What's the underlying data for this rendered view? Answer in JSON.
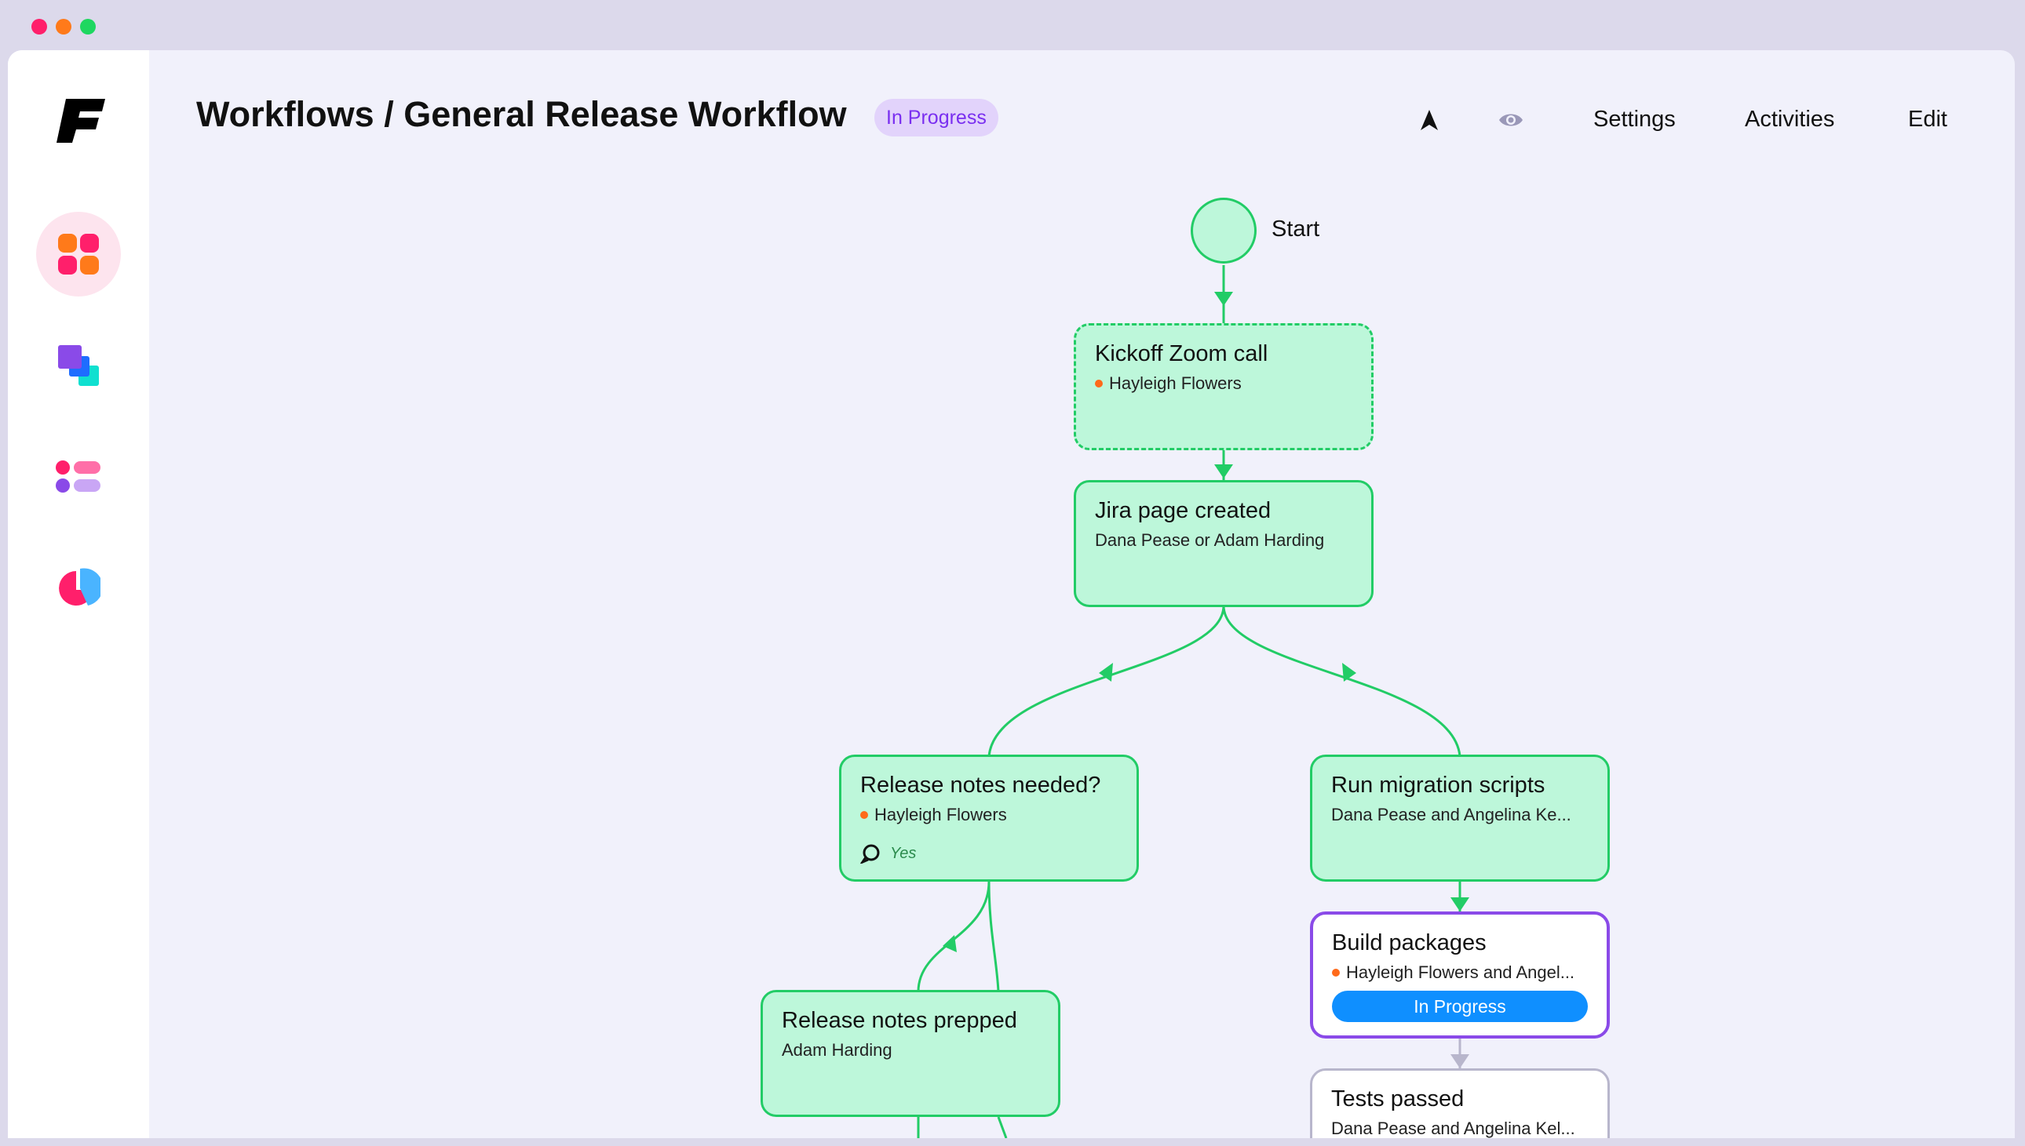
{
  "window": {
    "controls": [
      {
        "name": "close-dot",
        "color": "#ff1f6b"
      },
      {
        "name": "minimize-dot",
        "color": "#ff7a1a"
      },
      {
        "name": "maximize-dot",
        "color": "#1ed760"
      }
    ]
  },
  "sidebar": {
    "logo": "f-logo-icon",
    "items": [
      {
        "icon": "grid-apps-icon",
        "active": true
      },
      {
        "icon": "layers-icon",
        "active": false
      },
      {
        "icon": "list-icon",
        "active": false
      },
      {
        "icon": "pie-chart-icon",
        "active": false
      }
    ]
  },
  "header": {
    "title": "Workflows / General Release Workflow",
    "status": "In Progress",
    "icons": [
      "navigation-arrow-icon",
      "eye-icon"
    ],
    "links": {
      "settings": "Settings",
      "activities": "Activities",
      "edit": "Edit"
    }
  },
  "workflow": {
    "start_label": "Start",
    "nodes": [
      {
        "title": "Kickoff Zoom call",
        "assignee": "Hayleigh Flowers",
        "has_dot": true,
        "state": "dashed"
      },
      {
        "title": "Jira page created",
        "assignee": "Dana Pease or Adam Harding",
        "has_dot": false,
        "state": "done"
      },
      {
        "title": "Release notes needed?",
        "assignee": "Hayleigh Flowers",
        "has_dot": true,
        "state": "done",
        "note": "Yes"
      },
      {
        "title": "Run migration scripts",
        "assignee": "Dana Pease and Angelina Ke...",
        "has_dot": false,
        "state": "done"
      },
      {
        "title": "Build packages",
        "assignee": "Hayleigh Flowers and Angel...",
        "has_dot": true,
        "state": "active",
        "status": "In Progress"
      },
      {
        "title": "Release notes prepped",
        "assignee": "Adam Harding",
        "has_dot": false,
        "state": "done"
      },
      {
        "title": "Tests passed",
        "assignee": "Dana Pease and Angelina Kel...",
        "has_dot": false,
        "state": "pending"
      }
    ]
  },
  "colors": {
    "done_fill": "#bdf7da",
    "done_border": "#22cc66",
    "active_border": "#8a4ae8",
    "pending_border": "#b8b6cc",
    "accent_blue": "#0f8fff",
    "status_pill_bg": "#e2d3fb",
    "status_pill_text": "#7a2ff0"
  }
}
